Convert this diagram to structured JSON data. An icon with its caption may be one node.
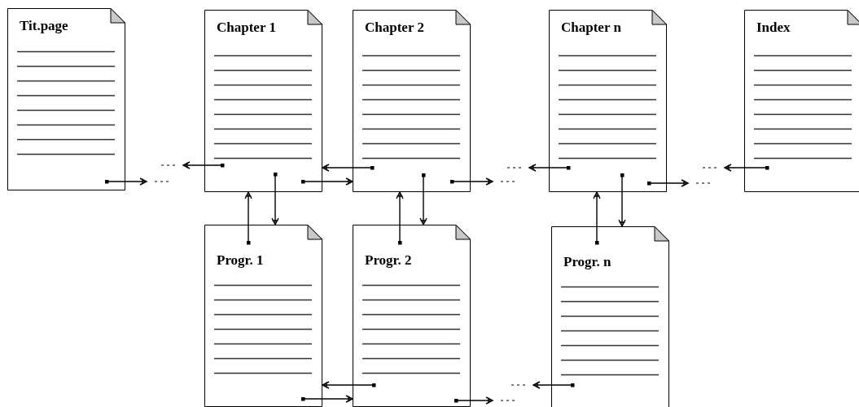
{
  "diagram": {
    "nodes": [
      {
        "text": [
          "Tit.page"
        ]
      },
      {
        "text": [
          "Chapter 1"
        ]
      },
      {
        "text": [
          "Chapter 2"
        ]
      },
      {
        "text": [
          "Chapter n"
        ]
      },
      {
        "text": [
          "Index"
        ]
      },
      {
        "text": [
          "Progr. 1"
        ]
      },
      {
        "text": [
          "Progr. 2"
        ]
      },
      {
        "text": [
          "Progr. n"
        ]
      }
    ],
    "edges": [
      {
        "from": 0,
        "to": null,
        "arrow": "to"
      },
      {
        "from": 1,
        "to": null,
        "arrow": "to"
      },
      {
        "from": 1,
        "to": 2,
        "arrow": "to"
      },
      {
        "from": 2,
        "to": 1,
        "arrow": "to"
      },
      {
        "from": 2,
        "to": null,
        "arrow": "to"
      },
      {
        "from": 3,
        "to": null,
        "arrow": "to"
      },
      {
        "from": 3,
        "to": null,
        "arrow": "to"
      },
      {
        "from": 4,
        "to": null,
        "arrow": "to"
      },
      {
        "from": 1,
        "to": 5,
        "arrow": "to"
      },
      {
        "from": 5,
        "to": 1,
        "arrow": "to"
      },
      {
        "from": 2,
        "to": 6,
        "arrow": "to"
      },
      {
        "from": 6,
        "to": 2,
        "arrow": "to"
      },
      {
        "from": 3,
        "to": 7,
        "arrow": "to"
      },
      {
        "from": 7,
        "to": 3,
        "arrow": "to"
      },
      {
        "from": 5,
        "to": 6,
        "arrow": "to"
      },
      {
        "from": 6,
        "to": 5,
        "arrow": "to"
      },
      {
        "from": 6,
        "to": null,
        "arrow": "to"
      },
      {
        "from": 7,
        "to": null,
        "arrow": "to"
      }
    ]
  }
}
